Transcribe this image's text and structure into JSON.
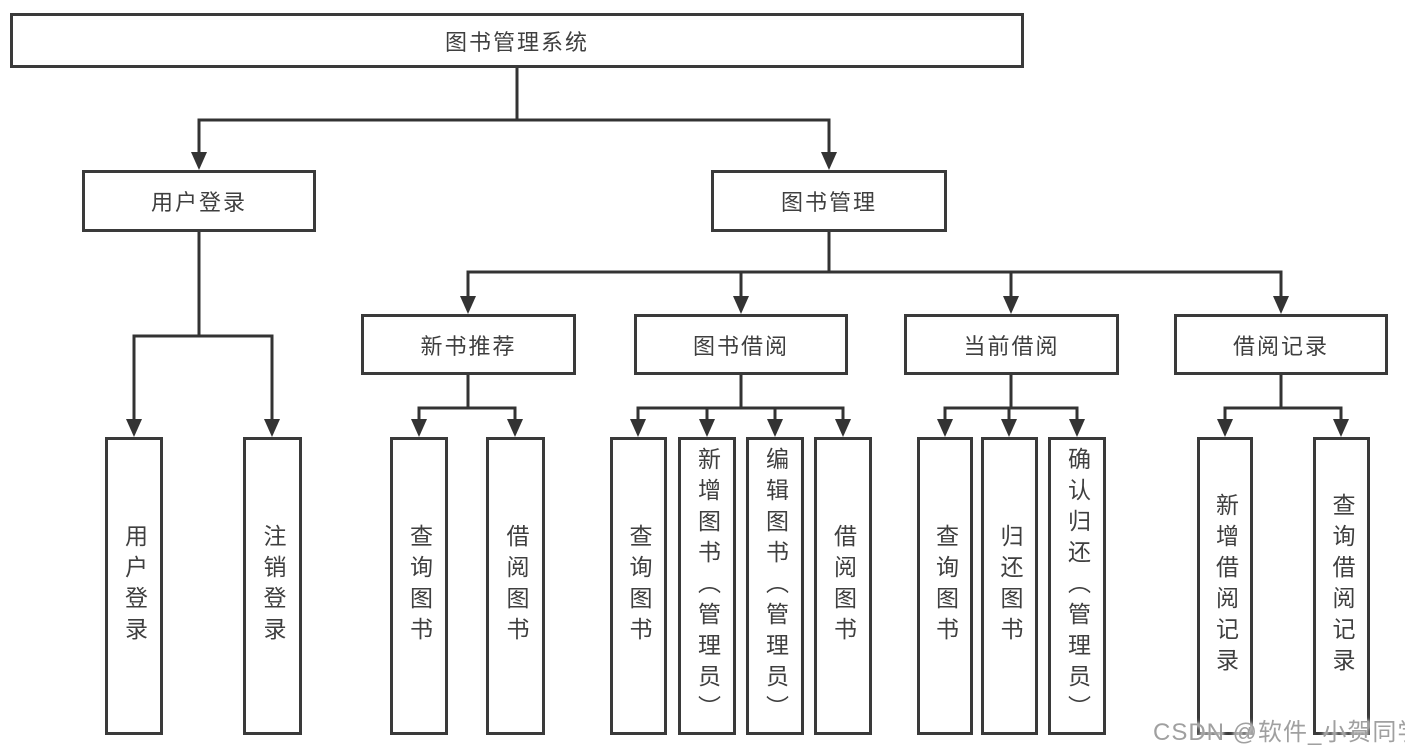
{
  "tree": {
    "label": "图书管理系统",
    "children": [
      {
        "label": "用户登录",
        "children": [
          {
            "label": "用户登录"
          },
          {
            "label": "注销登录"
          }
        ]
      },
      {
        "label": "图书管理",
        "children": [
          {
            "label": "新书推荐",
            "children": [
              {
                "label": "查询图书"
              },
              {
                "label": "借阅图书"
              }
            ]
          },
          {
            "label": "图书借阅",
            "children": [
              {
                "label": "查询图书"
              },
              {
                "label": "新增图书（管理员）"
              },
              {
                "label": "编辑图书（管理员）"
              },
              {
                "label": "借阅图书"
              }
            ]
          },
          {
            "label": "当前借阅",
            "children": [
              {
                "label": "查询图书"
              },
              {
                "label": "归还图书"
              },
              {
                "label": "确认归还（管理员）"
              }
            ]
          },
          {
            "label": "借阅记录",
            "children": [
              {
                "label": "新增借阅记录"
              },
              {
                "label": "查询借阅记录"
              }
            ]
          }
        ]
      }
    ]
  },
  "watermark": {
    "text": "CSDN @软件_小贺同学"
  },
  "colors": {
    "line": "#333333",
    "box_border": "#3a3a3a",
    "text": "#3f3f3f",
    "watermark_text": "#a0a0a0",
    "background": "#ffffff"
  }
}
